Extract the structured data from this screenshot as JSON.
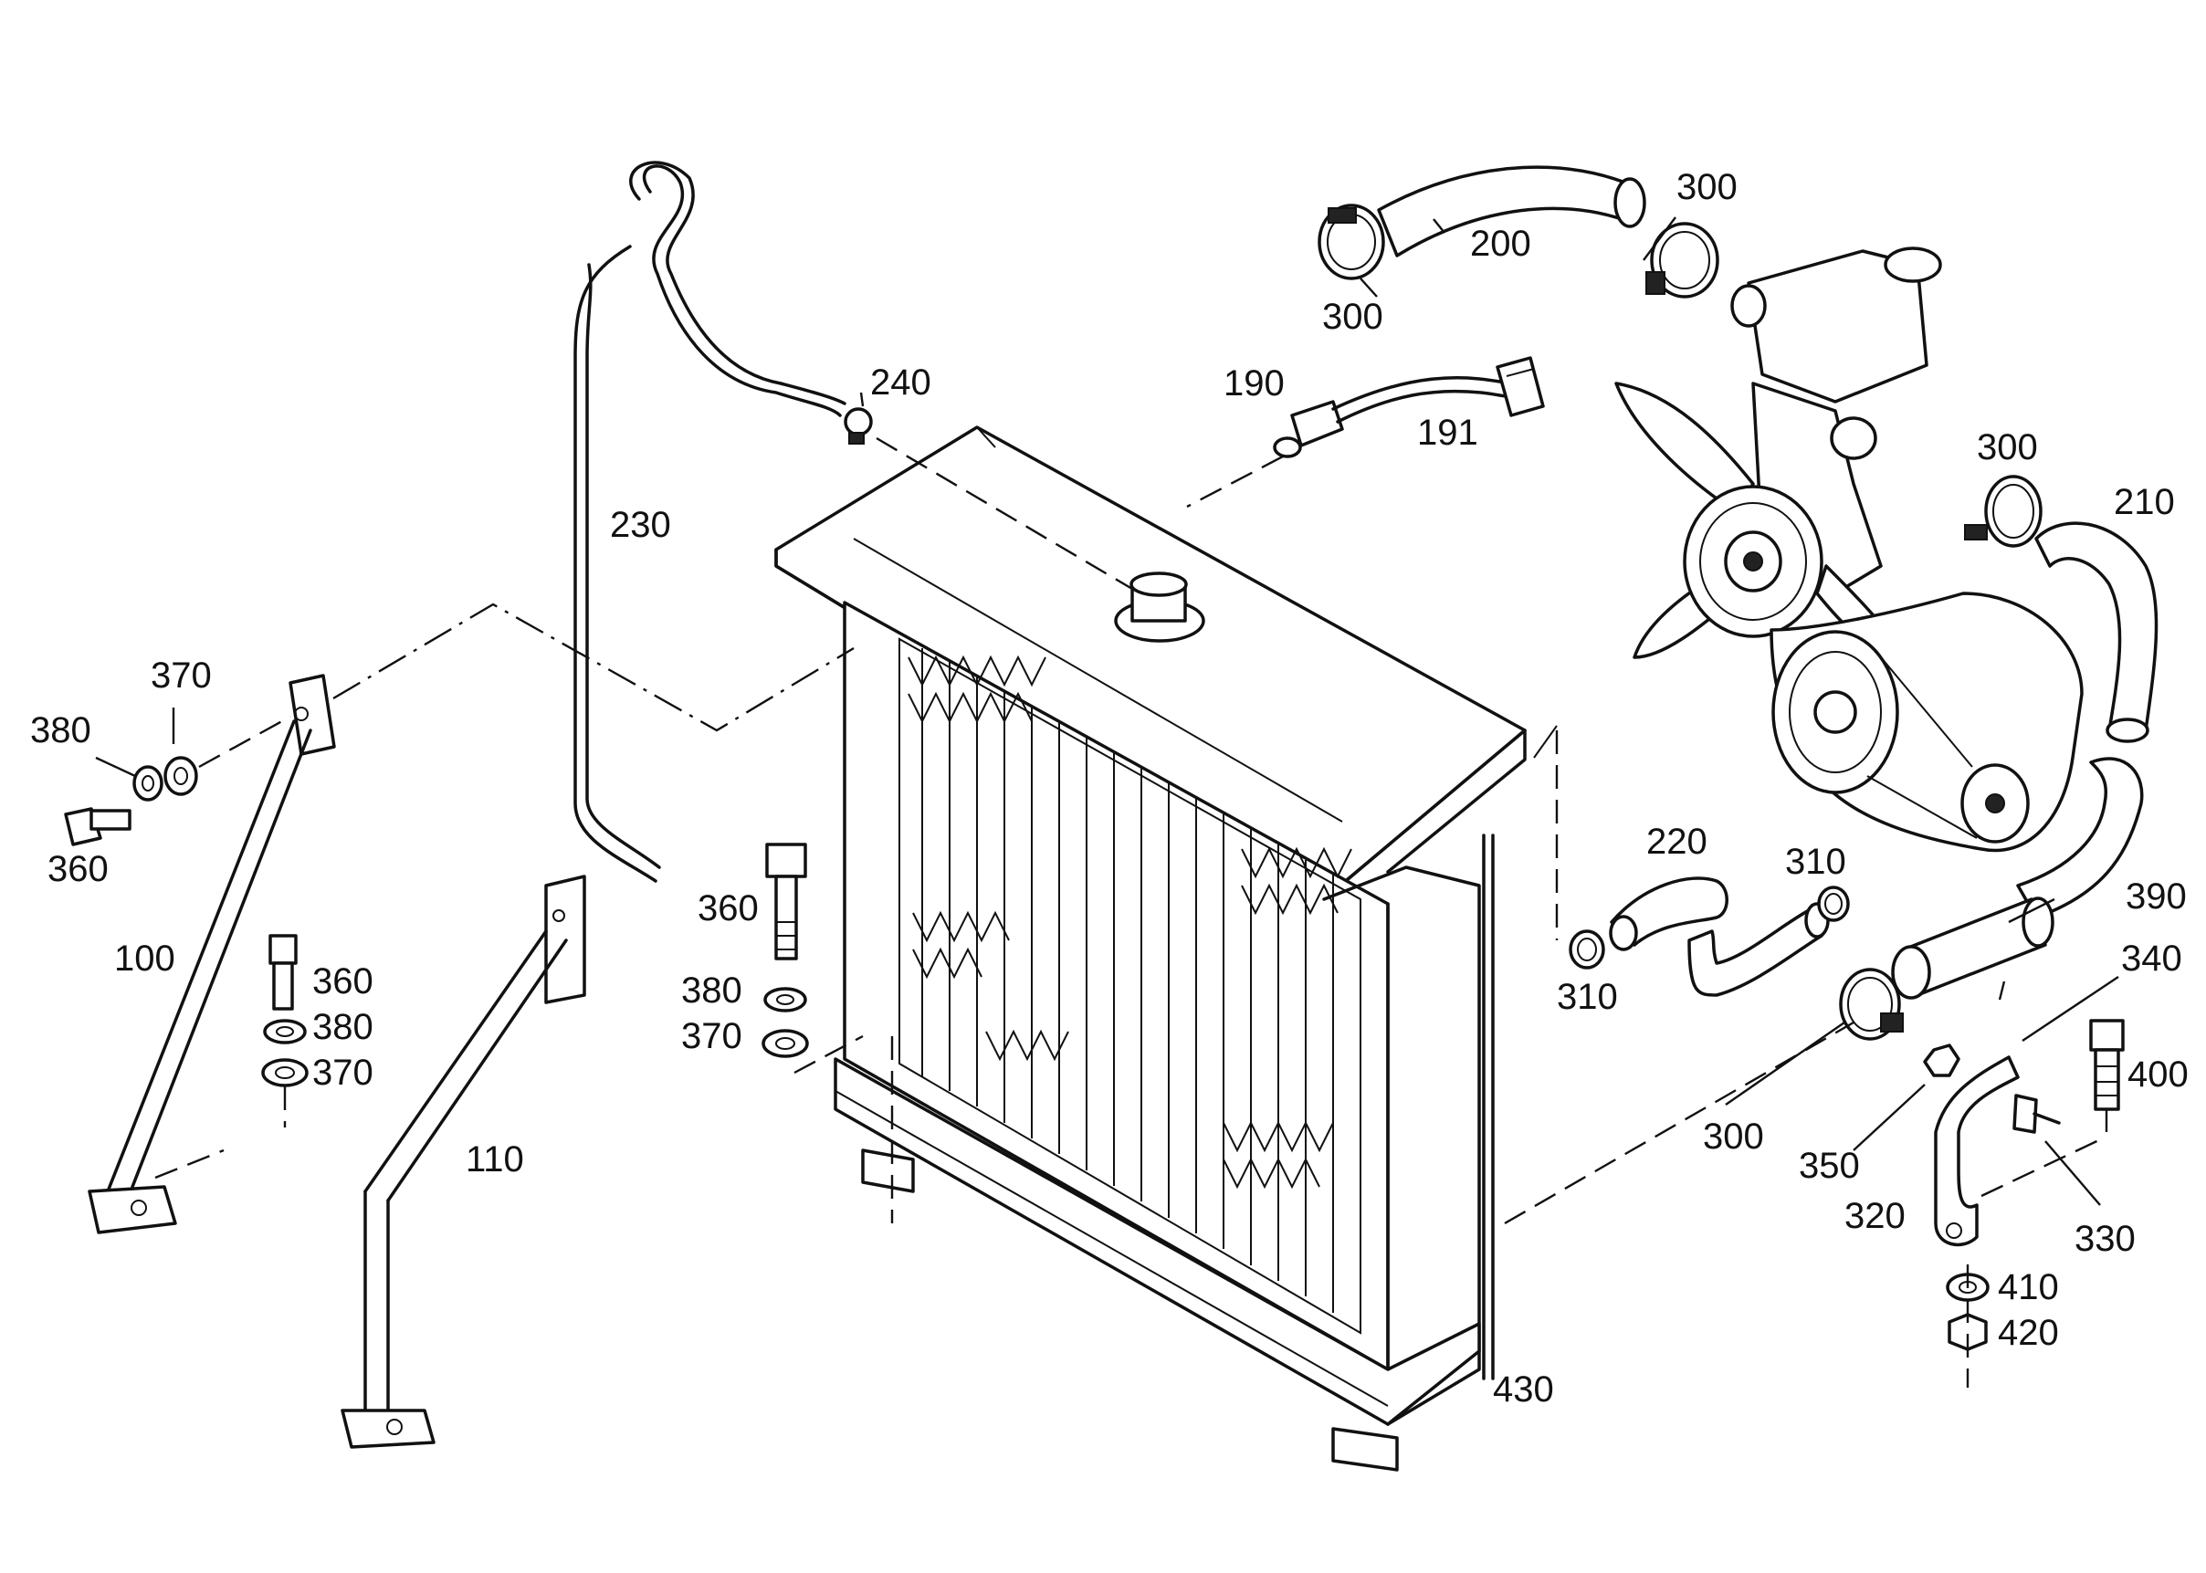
{
  "callouts": [
    {
      "id": "c300a",
      "text": "300"
    },
    {
      "id": "c200",
      "text": "200"
    },
    {
      "id": "c300b",
      "text": "300"
    },
    {
      "id": "c240",
      "text": "240"
    },
    {
      "id": "c190",
      "text": "190"
    },
    {
      "id": "c191",
      "text": "191"
    },
    {
      "id": "c230",
      "text": "230"
    },
    {
      "id": "c300c",
      "text": "300"
    },
    {
      "id": "c210",
      "text": "210"
    },
    {
      "id": "c370a",
      "text": "370"
    },
    {
      "id": "c380a",
      "text": "380"
    },
    {
      "id": "c360a",
      "text": "360"
    },
    {
      "id": "c100",
      "text": "100"
    },
    {
      "id": "c360b",
      "text": "360"
    },
    {
      "id": "c380b",
      "text": "380"
    },
    {
      "id": "c370b",
      "text": "370"
    },
    {
      "id": "c360c",
      "text": "360"
    },
    {
      "id": "c380c",
      "text": "380"
    },
    {
      "id": "c370c",
      "text": "370"
    },
    {
      "id": "c110",
      "text": "110"
    },
    {
      "id": "c220",
      "text": "220"
    },
    {
      "id": "c310a",
      "text": "310"
    },
    {
      "id": "c310b",
      "text": "310"
    },
    {
      "id": "c390",
      "text": "390"
    },
    {
      "id": "c340",
      "text": "340"
    },
    {
      "id": "c400",
      "text": "400"
    },
    {
      "id": "c300d",
      "text": "300"
    },
    {
      "id": "c350",
      "text": "350"
    },
    {
      "id": "c320",
      "text": "320"
    },
    {
      "id": "c330",
      "text": "330"
    },
    {
      "id": "c410",
      "text": "410"
    },
    {
      "id": "c420",
      "text": "420"
    },
    {
      "id": "c430",
      "text": "430"
    }
  ]
}
